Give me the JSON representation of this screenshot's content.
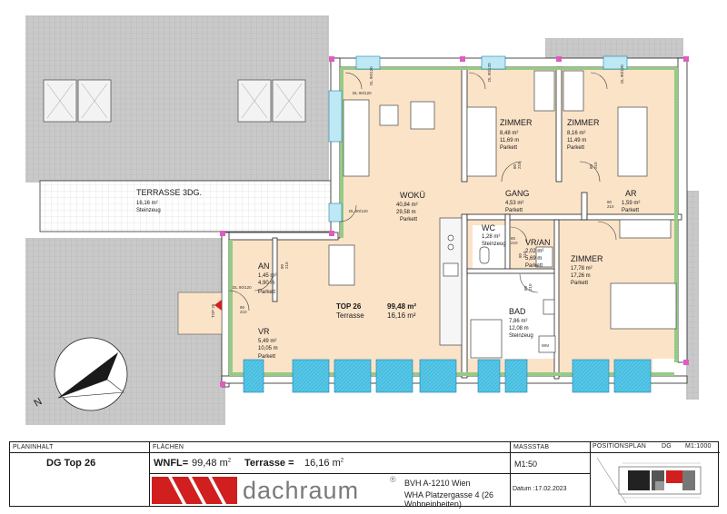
{
  "plan": {
    "rooms": [
      {
        "name": "WOKÜ",
        "area": "40,84 m²",
        "perimeter": "29,58 m",
        "floor": "Parkett"
      },
      {
        "name": "ZIMMER",
        "area": "8,48 m²",
        "perimeter": "11,69 m",
        "floor": "Parkett"
      },
      {
        "name": "ZIMMER",
        "area": "8,16 m²",
        "perimeter": "11,49 m",
        "floor": "Parkett"
      },
      {
        "name": "GANG",
        "area": "4,53 m²",
        "floor": "Parkett"
      },
      {
        "name": "AR",
        "area": "1,59 m²",
        "floor": "Parkett"
      },
      {
        "name": "WC",
        "area": "1,28 m²",
        "floor": "Steinzeug"
      },
      {
        "name": "VR/AN",
        "area": "2,02 m²",
        "perimeter": "5,69 m",
        "floor": "Parkett"
      },
      {
        "name": "ZIMMER",
        "area": "17,78 m²",
        "perimeter": "17,26 m",
        "floor": "Parkett"
      },
      {
        "name": "BAD",
        "area": "7,86 m²",
        "perimeter": "12,08 m",
        "floor": "Steinzeug"
      },
      {
        "name": "AN",
        "area": "1,45 m²",
        "perimeter": "4,90 m",
        "floor": "Parkett"
      },
      {
        "name": "VR",
        "area": "5,49 m²",
        "perimeter": "10,05 m",
        "floor": "Parkett"
      },
      {
        "name": "TERRASSE 3DG.",
        "area": "16,16 m²",
        "floor": "Steinzeug"
      }
    ],
    "unit_summary": {
      "title": "TOP 26",
      "total_area": "99,48 m²",
      "terrace_label": "Terrasse",
      "terrace_area": "16,16 m²"
    },
    "north_label": "N",
    "wm_label": "WM",
    "door_tags": [
      "80\n210",
      "80\n210",
      "80\n210",
      "80\n210",
      "80\n210",
      "80\n210",
      "80\n210",
      "90\n210"
    ],
    "dl_tags": [
      "DL 90/120",
      "DL 90/120",
      "DL 90/120",
      "DL 90/120",
      "DL 90/120",
      "DL 90/120"
    ],
    "entry_tag": "TOP 26"
  },
  "titleblock": {
    "planinhalt_label": "PLANINHALT",
    "planinhalt_value": "DG Top 26",
    "flaechen_label": "FLÄCHEN",
    "wnfl_label": "WNFL=",
    "wnfl_value": "99,48 m",
    "terrasse_label": "Terrasse =",
    "terrasse_value": "16,16 m",
    "project_line1": "BVH A-1210 Wien",
    "project_line2": "WHA Platzergasse 4  (26 Wohneinheiten)",
    "massstab_label": "MASSSTAB",
    "massstab_value": "M1:50",
    "datum": "Datum :17.02.2023",
    "positionsplan_label": "POSITIONSPLAN",
    "positionsplan_level": "DG",
    "positionsplan_scale": "M1:1000",
    "logo_text": "dachraum",
    "logo_reg": "®"
  }
}
